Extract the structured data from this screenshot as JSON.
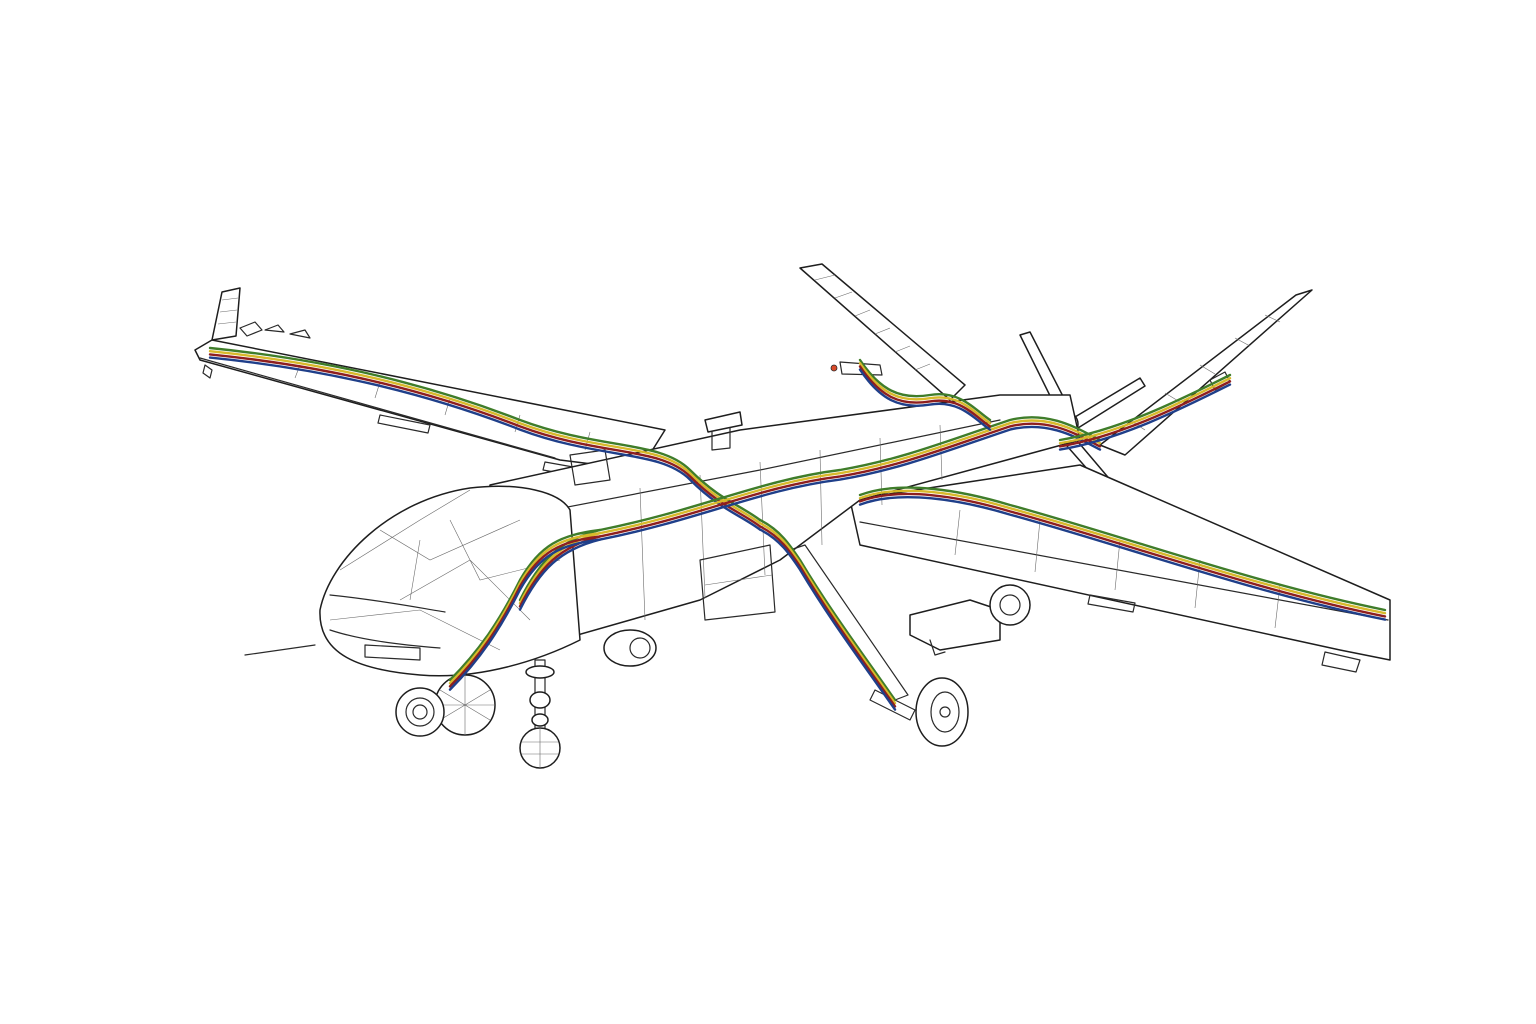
{
  "colors": {
    "background": "#ffffff",
    "outline": "#2a2a2a",
    "wire_green": "#3f7d2a",
    "wire_yellow": "#d8b92a",
    "wire_red": "#8e1f1f",
    "wire_blue": "#1f3f8a",
    "sensor_tip": "#d94a2a"
  },
  "diagram": {
    "subject": "uav-wiring-harness-line-drawing",
    "wire_colors": [
      "green",
      "yellow",
      "red",
      "blue"
    ]
  }
}
